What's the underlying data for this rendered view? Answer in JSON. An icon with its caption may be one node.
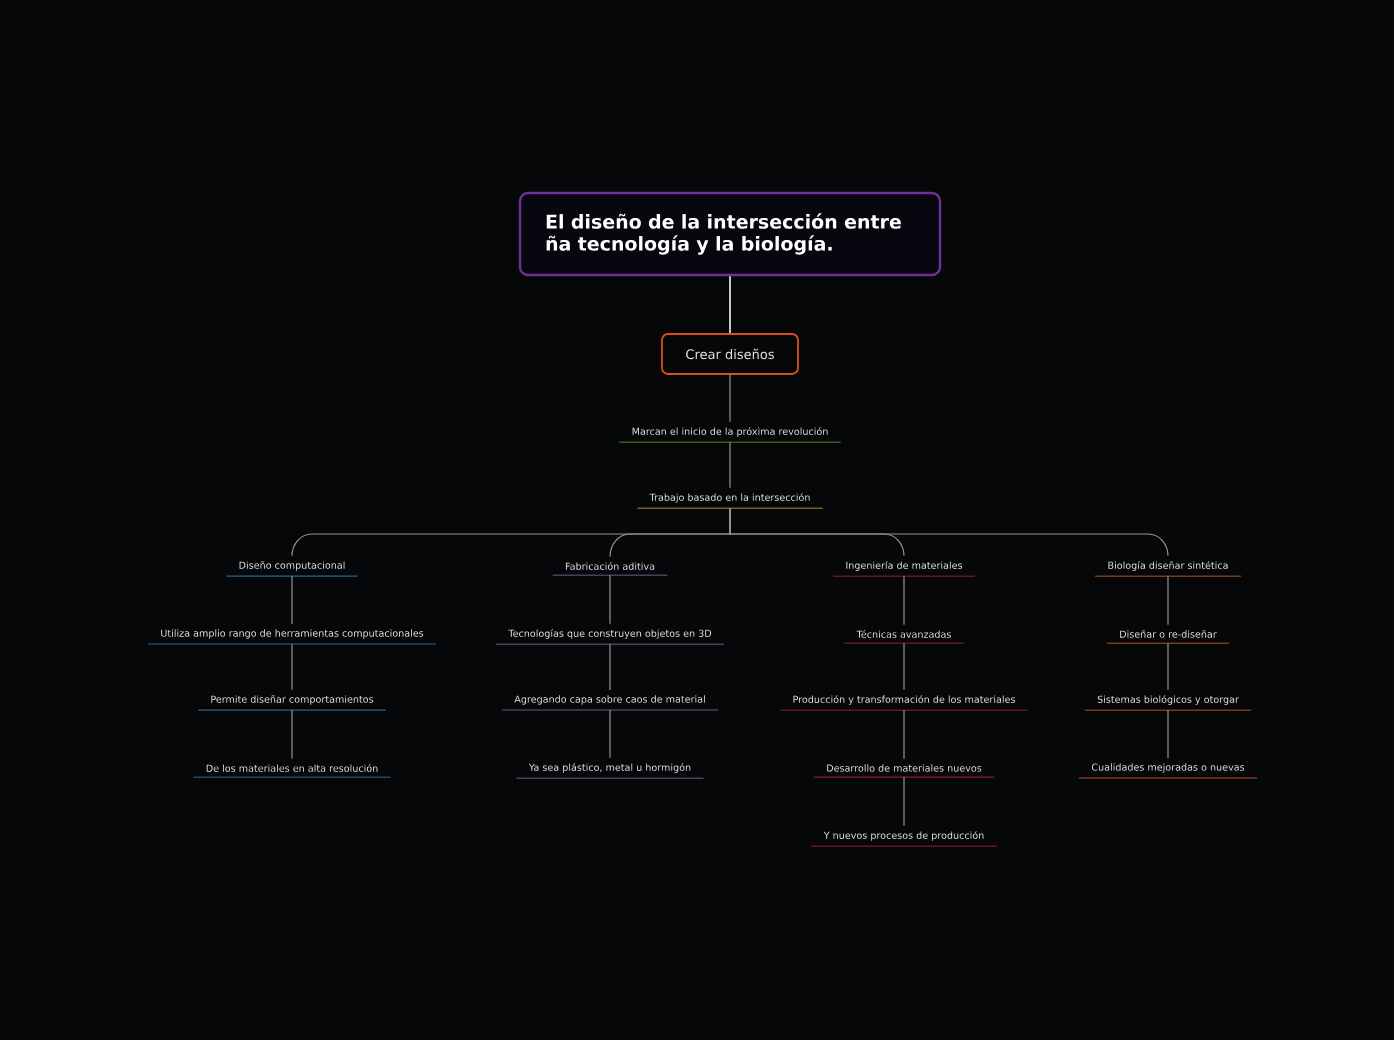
{
  "diagram": {
    "title": "El diseño de la intersección entre ña tecnología y la biología.",
    "nodes": [
      {
        "text": [
          "Crear diseños"
        ]
      },
      {
        "text": [
          "Marcan el inicio de la próxima revolución"
        ]
      },
      {
        "text": [
          "Trabajo basado en la intersección"
        ]
      },
      {
        "text": [
          "Diseño computacional"
        ]
      },
      {
        "text": [
          "Utiliza amplio rango de herramientas computacionales"
        ]
      },
      {
        "text": [
          "Permite diseñar comportamientos"
        ]
      },
      {
        "text": [
          "De los materiales en alta resolución"
        ]
      },
      {
        "text": [
          "Fabricación aditiva"
        ]
      },
      {
        "text": [
          "Tecnologías que construyen objetos en 3D"
        ]
      },
      {
        "text": [
          "Agregando capa sobre caos de material"
        ]
      },
      {
        "text": [
          "Ya sea plástico, metal u hormigón"
        ]
      },
      {
        "text": [
          "Ingeniería de materiales"
        ]
      },
      {
        "text": [
          "Técnicas avanzadas"
        ]
      },
      {
        "text": [
          "Producción y transformación de los materiales"
        ]
      },
      {
        "text": [
          "Desarrollo de materiales nuevos"
        ]
      },
      {
        "text": [
          "Y nuevos procesos de producción"
        ]
      },
      {
        "text": [
          "Biología diseñar sintética"
        ]
      },
      {
        "text": [
          "Diseñar o re-diseñar"
        ]
      },
      {
        "text": [
          "Sistemas biológicos y otorgar"
        ]
      },
      {
        "text": [
          "Cualidades mejoradas o nuevas"
        ]
      }
    ],
    "edges": [
      {
        "from": null,
        "to": 0,
        "arrow": "none"
      },
      {
        "from": 0,
        "to": 1,
        "arrow": "none"
      },
      {
        "from": 1,
        "to": 2,
        "arrow": "none"
      },
      {
        "from": 2,
        "to": 3,
        "arrow": "none"
      },
      {
        "from": 2,
        "to": 7,
        "arrow": "none"
      },
      {
        "from": 2,
        "to": 11,
        "arrow": "none"
      },
      {
        "from": 2,
        "to": 16,
        "arrow": "none"
      },
      {
        "from": 3,
        "to": 4,
        "arrow": "none"
      },
      {
        "from": 4,
        "to": 5,
        "arrow": "none"
      },
      {
        "from": 5,
        "to": 6,
        "arrow": "none"
      },
      {
        "from": 7,
        "to": 8,
        "arrow": "none"
      },
      {
        "from": 8,
        "to": 9,
        "arrow": "none"
      },
      {
        "from": 9,
        "to": 10,
        "arrow": "none"
      },
      {
        "from": 11,
        "to": 12,
        "arrow": "none"
      },
      {
        "from": 12,
        "to": 13,
        "arrow": "none"
      },
      {
        "from": 13,
        "to": 14,
        "arrow": "none"
      },
      {
        "from": 14,
        "to": 15,
        "arrow": "none"
      },
      {
        "from": 16,
        "to": 17,
        "arrow": "none"
      },
      {
        "from": 17,
        "to": 18,
        "arrow": "none"
      },
      {
        "from": 18,
        "to": 19,
        "arrow": "none"
      }
    ]
  }
}
